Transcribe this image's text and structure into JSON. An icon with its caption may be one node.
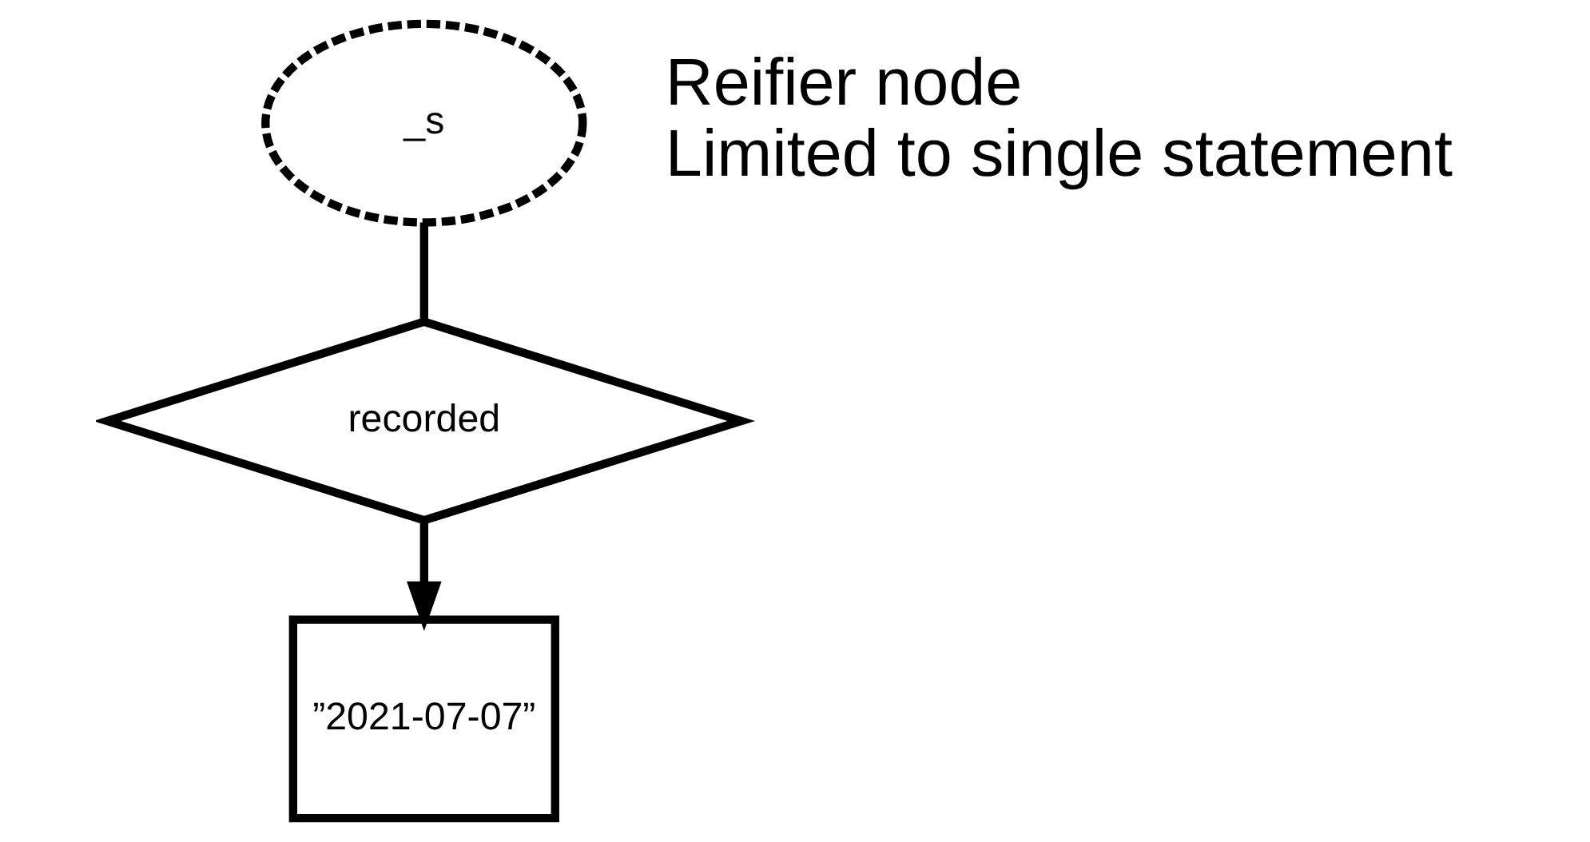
{
  "diagram": {
    "nodes": [
      {
        "text": [
          "_s"
        ],
        "beside": [
          "Reifier node",
          "Limited to single statement"
        ]
      },
      {
        "text": [
          "recorded"
        ]
      },
      {
        "text": [
          "”2021-07-07”"
        ]
      }
    ],
    "edges": [
      {
        "from": 0,
        "to": 1,
        "arrow": "none"
      },
      {
        "from": 1,
        "to": 2,
        "arrow": "to"
      }
    ]
  }
}
